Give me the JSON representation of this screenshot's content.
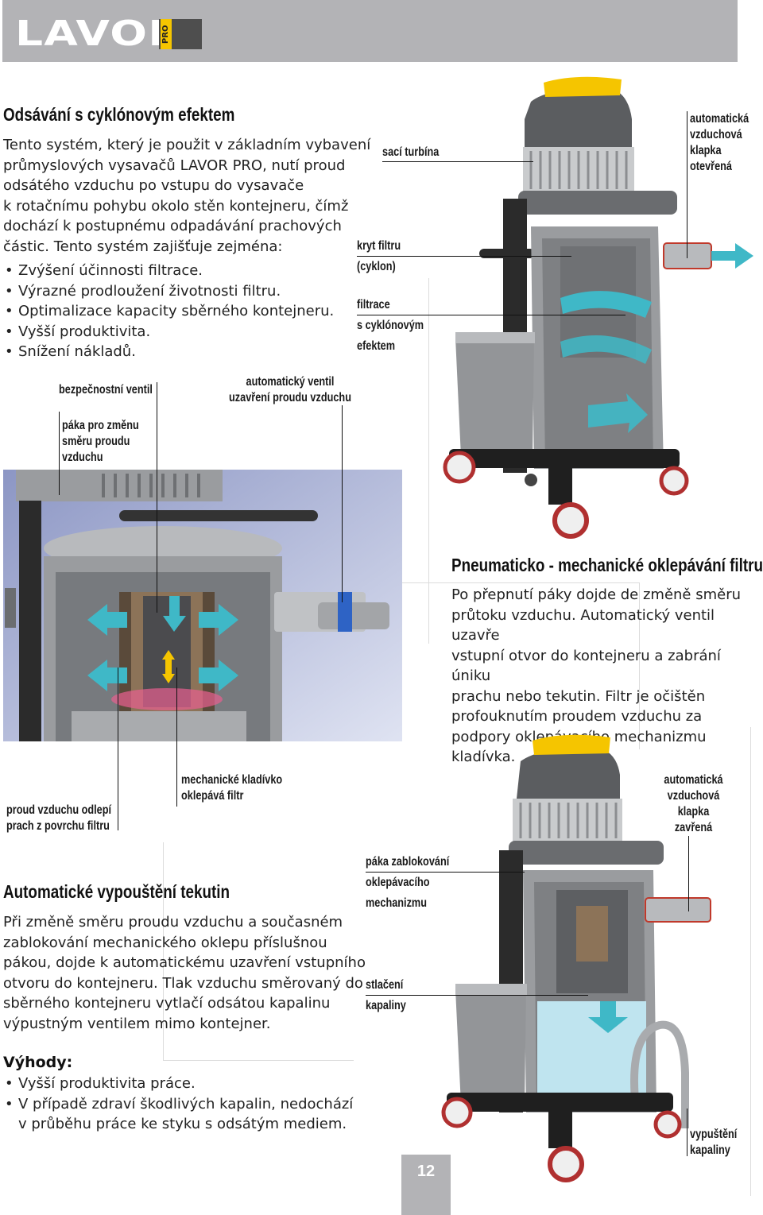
{
  "brand": {
    "name": "LAVOR",
    "sub": "PRO"
  },
  "section1": {
    "title": "Odsávání  s cyklónovým efektem",
    "lines": [
      "Tento systém, který je použit v základním vybavení",
      "průmyslových vysavačů LAVOR PRO, nutí  proud",
      "odsátého vzduchu po vstupu do vysavače",
      "k rotačnímu pohybu okolo stěn kontejneru, čímž",
      "dochází k postupnému odpadávání prachových",
      "částic. Tento systém zajišťuje zejména:"
    ],
    "bullets": [
      "Zvýšení účinnosti filtrace.",
      "Výrazné prodloužení životnosti filtru.",
      "Optimalizace kapacity sběrného kontejneru.",
      "Vyšší produktivita.",
      "Snížení nákladů."
    ]
  },
  "labels_top": {
    "saci_turbina": "sací turbína",
    "kryt_filtru": [
      "kryt filtru",
      "(cyklon)"
    ],
    "filtrace": [
      "filtrace",
      "s cyklónovým",
      "efektem"
    ],
    "klapka_otevrena": [
      "automatická",
      "vzduchová",
      "klapka",
      "otevřená"
    ]
  },
  "labels_middle": {
    "bezpecnostni_ventil": "bezpečnostní ventil",
    "automaticky_ventil": [
      "automatický ventil",
      "uzavření proudu vzduchu"
    ],
    "paka_zmena": [
      "páka pro změnu",
      "směru proudu",
      "vzduchu"
    ],
    "proud_vzduchu": [
      "proud vzduchu odlepí",
      "prach z povrchu filtru"
    ],
    "kladivko": [
      "mechanické kladívko",
      "oklepává filtr"
    ]
  },
  "section2": {
    "title": "Pneumaticko - mechanické oklepávání filtru",
    "lines": [
      "Po přepnutí páky  dojde de změně směru",
      "průtoku vzduchu. Automatický ventil uzavře",
      "vstupní otvor do kontejneru a zabrání úniku",
      "prachu nebo tekutin. Filtr je očištěn",
      "profouknutím proudem vzduchu za",
      "podpory oklepávacího mechanizmu",
      "kladívka."
    ]
  },
  "section3": {
    "title": "Automatické vypouštění tekutin",
    "lines": [
      "Při změně směru proudu vzduchu a současném",
      "zablokování mechanického oklepu příslušnou",
      "pákou, dojde k automatickému uzavření vstupního",
      "otvoru do kontejneru. Tlak vzduchu směrovaný do",
      "sběrného kontejneru vytlačí odsátou kapalinu",
      "výpustným ventilem mimo kontejner."
    ],
    "advantages_title": "Výhody:",
    "advantages": [
      "Vyšší produktivita práce.",
      "V případě zdraví škodlivých kapalin, nedochází"
    ],
    "advantages_cont": "v průběhu práce ke styku s odsátým mediem."
  },
  "labels_bottom": {
    "klapka_zavrena": [
      "automatická",
      "vzduchová",
      "klapka",
      "zavřená"
    ],
    "paka_zablokovani": [
      "páka zablokování",
      "oklepávacího",
      "mechanizmu"
    ],
    "stlaceni": [
      "stlačení",
      "kapaliny"
    ],
    "vypusteni": [
      "vypuštění",
      "kapaliny"
    ]
  },
  "page_number": "12",
  "colors": {
    "header": "#b3b3b6",
    "accent_cyan": "#3fb8c7",
    "accent_yellow": "#f5c500",
    "body_gray": "#8f9194"
  }
}
